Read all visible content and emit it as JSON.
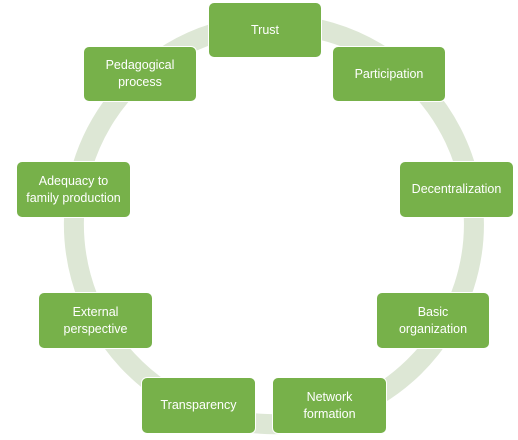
{
  "diagram": {
    "type": "cycle",
    "colors": {
      "node_fill": "#77b14a",
      "node_border": "#ffffff",
      "node_text": "#ffffff",
      "ring": "#dde7d5",
      "background": "#ffffff"
    },
    "nodes": [
      {
        "id": "trust",
        "label": "Trust"
      },
      {
        "id": "participation",
        "label": "Participation"
      },
      {
        "id": "decentralization",
        "label": "Decentralization"
      },
      {
        "id": "basic-organization",
        "label": "Basic organization"
      },
      {
        "id": "network-formation",
        "label": "Network formation"
      },
      {
        "id": "transparency",
        "label": "Transparency"
      },
      {
        "id": "external-perspective",
        "label": "External perspective"
      },
      {
        "id": "adequacy-to-family-production",
        "label": "Adequacy to family production"
      },
      {
        "id": "pedagogical-process",
        "label": "Pedagogical process"
      }
    ]
  }
}
